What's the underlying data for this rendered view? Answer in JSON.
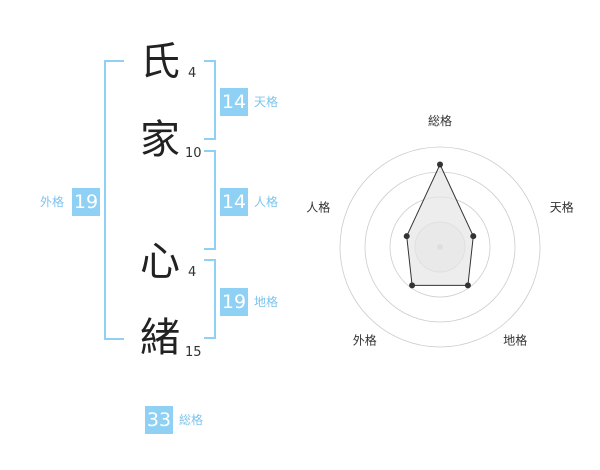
{
  "name": {
    "chars": [
      {
        "char": "氏",
        "strokes": "4"
      },
      {
        "char": "家",
        "strokes": "10"
      },
      {
        "char": "心",
        "strokes": "4"
      },
      {
        "char": "緒",
        "strokes": "15"
      }
    ]
  },
  "fortunes": {
    "tenkaku": {
      "value": "14",
      "label": "天格"
    },
    "jinkaku": {
      "value": "14",
      "label": "人格"
    },
    "chikaku": {
      "value": "19",
      "label": "地格"
    },
    "gaikaku": {
      "value": "19",
      "label": "外格"
    },
    "soukaku": {
      "value": "33",
      "label": "総格"
    }
  },
  "chart_data": {
    "type": "radar",
    "axes": [
      "総格",
      "天格",
      "地格",
      "外格",
      "人格"
    ],
    "values": [
      33,
      14,
      19,
      19,
      14
    ],
    "rings": 4,
    "colors": {
      "line": "#333333",
      "ring": "#cccccc",
      "fill": "#e6e6e6",
      "accent": "#8fd0f5"
    }
  }
}
